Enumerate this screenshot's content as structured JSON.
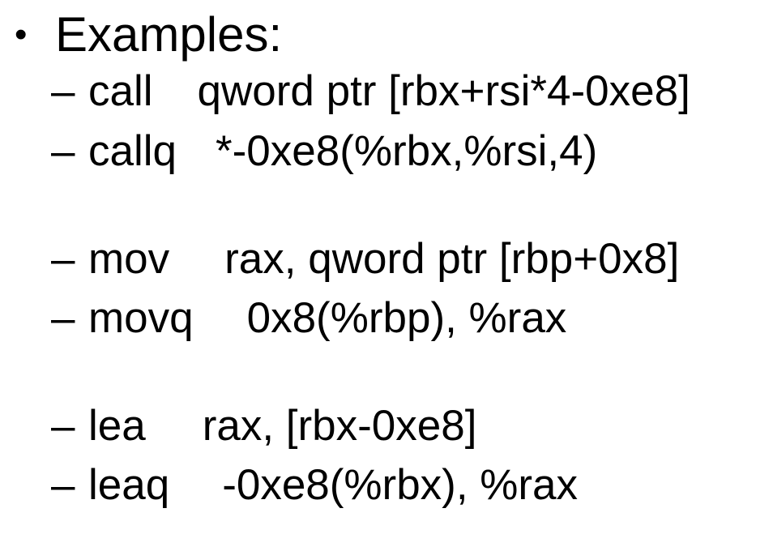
{
  "bullet": {
    "symbol": "•",
    "title": "Examples:"
  },
  "examples": [
    {
      "dash": "–",
      "instruction": "call",
      "operands": "qword ptr [rbx+rsi*4-0xe8]"
    },
    {
      "dash": "–",
      "instruction": "callq",
      "operands": "*-0xe8(%rbx,%rsi,4)"
    },
    {
      "dash": "–",
      "instruction": "mov",
      "operands": "rax, qword ptr [rbp+0x8]"
    },
    {
      "dash": "–",
      "instruction": "movq",
      "operands": "0x8(%rbp), %rax"
    },
    {
      "dash": "–",
      "instruction": "lea",
      "operands": "rax, [rbx-0xe8]"
    },
    {
      "dash": "–",
      "instruction": "leaq",
      "operands": "-0xe8(%rbx), %rax"
    }
  ]
}
